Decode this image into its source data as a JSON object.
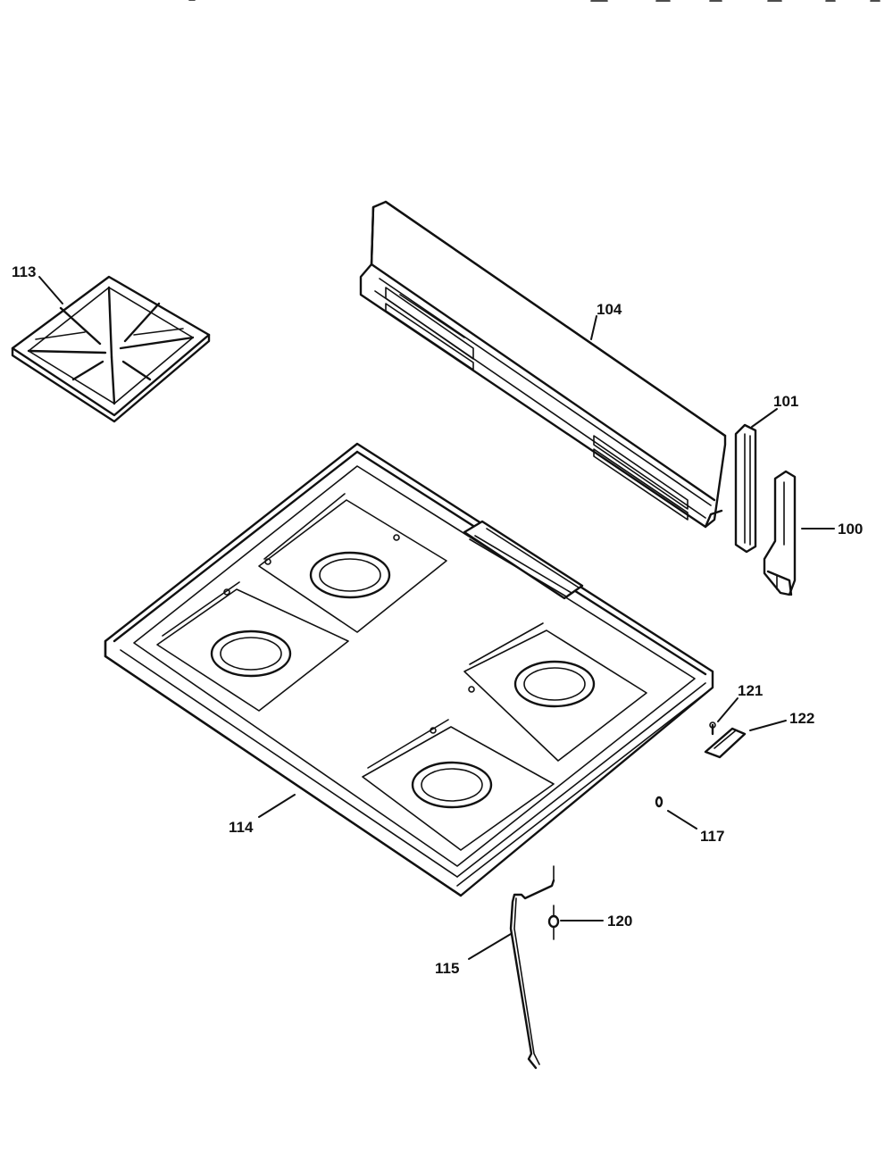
{
  "callouts": {
    "grate": "113",
    "backguard": "104",
    "end_cap": "101",
    "side_trim": "100",
    "cooktop": "114",
    "screw": "121",
    "igniter": "122",
    "clip": "117",
    "support_rod": "115",
    "nut": "120"
  }
}
